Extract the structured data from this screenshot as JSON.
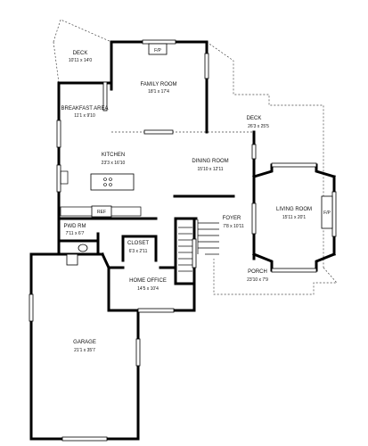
{
  "rooms": [
    {
      "key": "deck_upper",
      "name": "DECK",
      "dims": "10'11 x 14'0"
    },
    {
      "key": "family_room",
      "name": "FAMILY ROOM",
      "dims": "18'1 x 17'4"
    },
    {
      "key": "breakfast",
      "name": "BREAKFAST AREA",
      "dims": "11'1 x 9'10"
    },
    {
      "key": "deck_right",
      "name": "DECK",
      "dims": "26'3 x 25'5"
    },
    {
      "key": "kitchen",
      "name": "KITCHEN",
      "dims": "23'3 x 16'10"
    },
    {
      "key": "dining",
      "name": "DINING ROOM",
      "dims": "15'10 x 12'11"
    },
    {
      "key": "living",
      "name": "LIVING ROOM",
      "dims": "15'11 x 20'1"
    },
    {
      "key": "foyer",
      "name": "FOYER",
      "dims": "7'8 x 10'11"
    },
    {
      "key": "pwd",
      "name": "PWD RM",
      "dims": "7'11 x 6'7"
    },
    {
      "key": "closet",
      "name": "CLOSET",
      "dims": "6'3 x 2'11"
    },
    {
      "key": "porch",
      "name": "PORCH",
      "dims": "23'10 x 7'9"
    },
    {
      "key": "office",
      "name": "HOME OFFICE",
      "dims": "14'5 x 10'4"
    },
    {
      "key": "garage",
      "name": "GARAGE",
      "dims": "21'1 x 35'7"
    }
  ],
  "fixtures": {
    "fireplace_family": "F/P",
    "fireplace_living": "F/P",
    "refrigerator": "REF"
  }
}
